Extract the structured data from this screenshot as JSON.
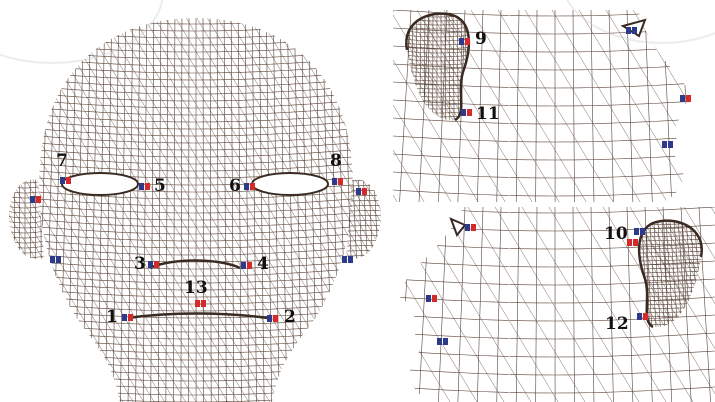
{
  "panels": {
    "front": {
      "view": "frontal",
      "mesh_color": "#5a4439"
    },
    "side_right": {
      "view": "profile-right",
      "mesh_color": "#5a4439"
    },
    "side_left": {
      "view": "profile-left",
      "mesh_color": "#5a4439"
    }
  },
  "landmark_colors": {
    "red": "#d42a2a",
    "blue": "#2d3a8c"
  },
  "labels": {
    "l1": "1",
    "l2": "2",
    "l3": "3",
    "l4": "4",
    "l5": "5",
    "l6": "6",
    "l7": "7",
    "l8": "8",
    "l9": "9",
    "l10": "10",
    "l11": "11",
    "l12": "12",
    "l13": "13"
  }
}
